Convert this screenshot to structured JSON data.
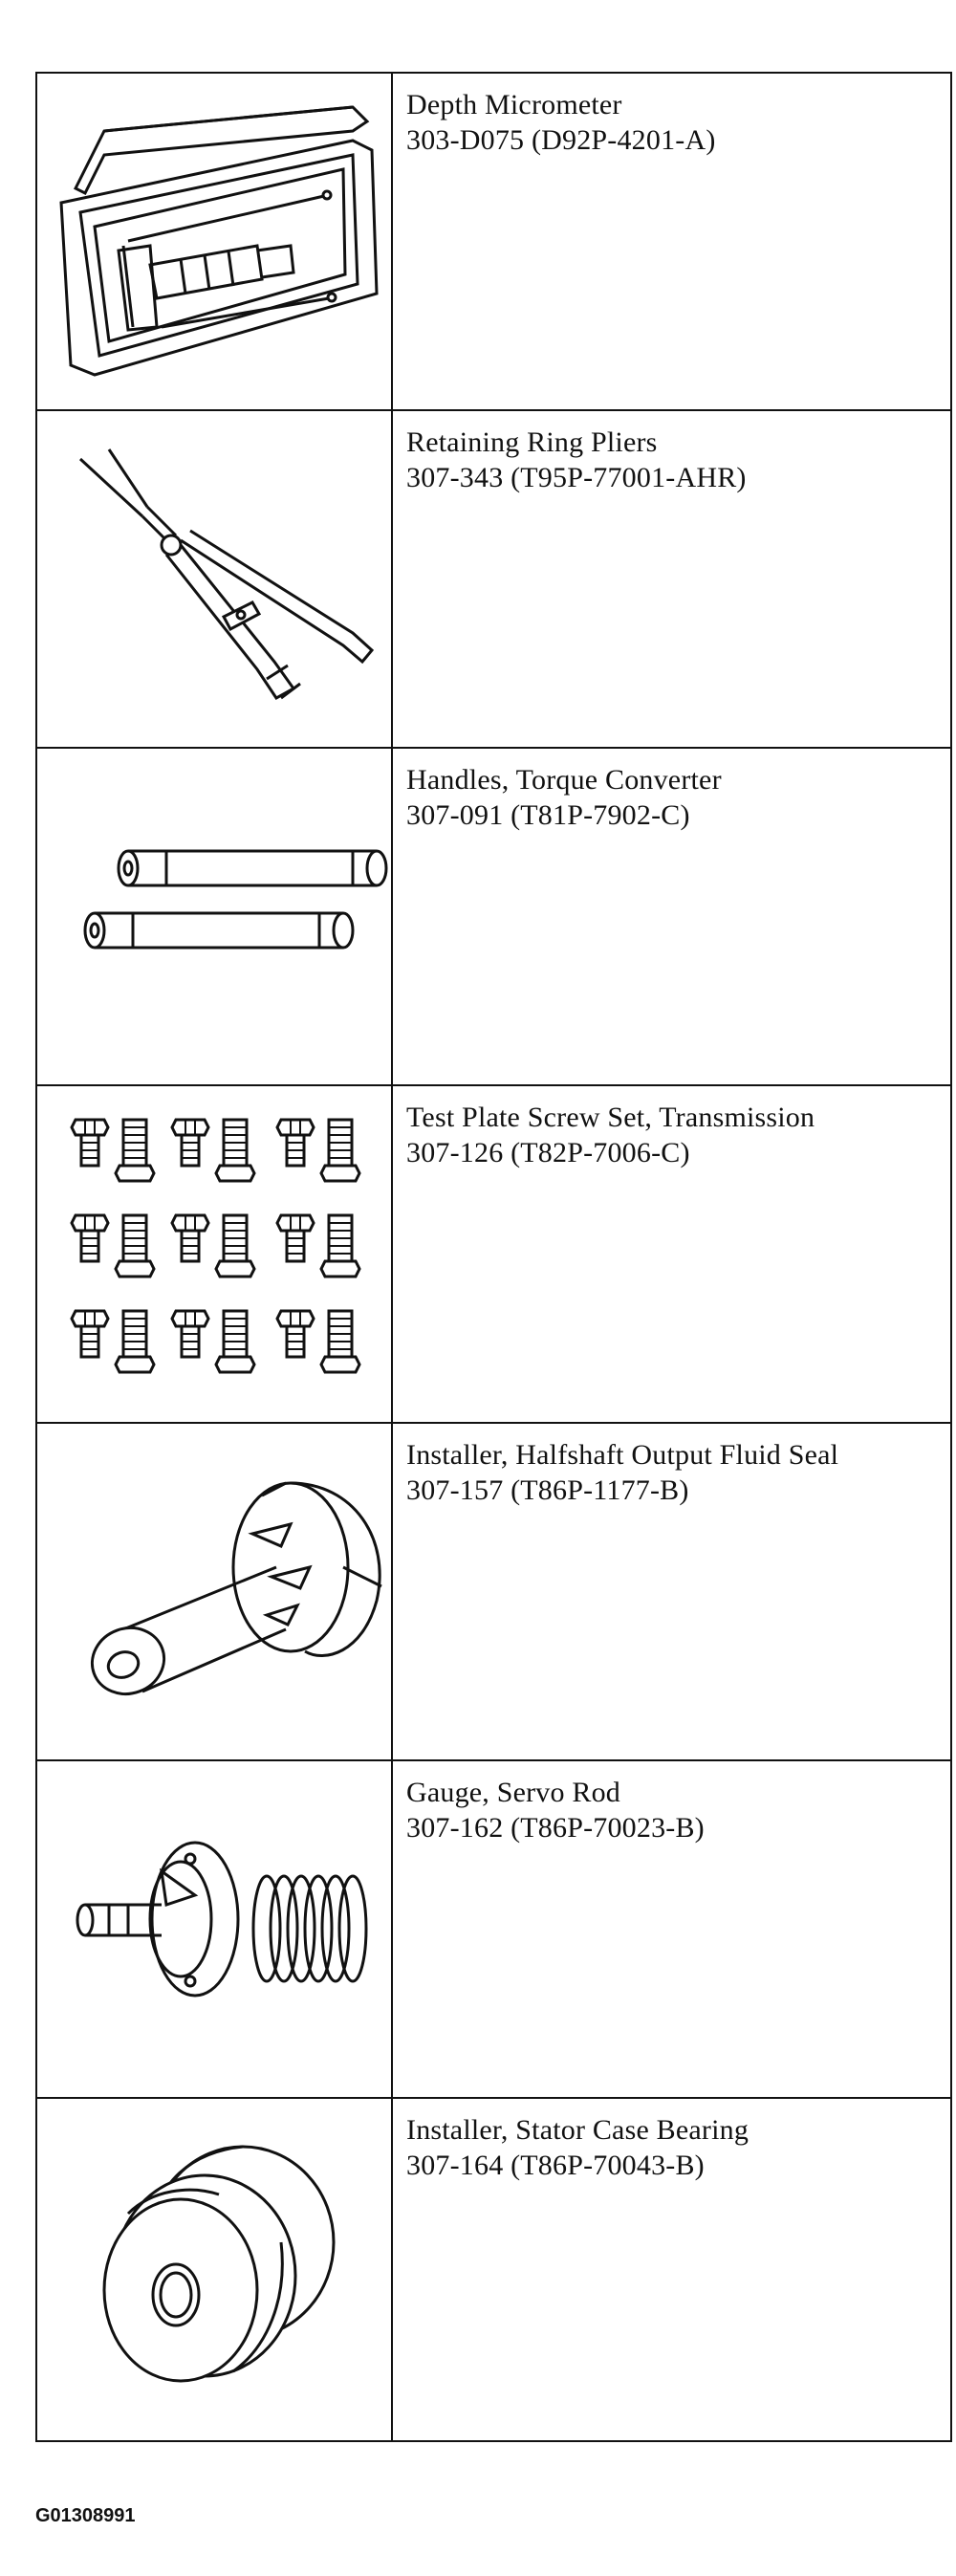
{
  "tools": [
    {
      "id": "depth-micrometer",
      "name": "Depth Micrometer",
      "code": "303-D075 (D92P-4201-A)",
      "icon": "depth-micrometer-icon"
    },
    {
      "id": "retaining-ring-pliers",
      "name": "Retaining Ring Pliers",
      "code": "307-343 (T95P-77001-AHR)",
      "icon": "retaining-ring-pliers-icon"
    },
    {
      "id": "torque-converter-handles",
      "name": "Handles, Torque Converter",
      "code": "307-091 (T81P-7902-C)",
      "icon": "torque-converter-handles-icon"
    },
    {
      "id": "test-plate-screw-set",
      "name": "Test Plate Screw Set, Transmission",
      "code": "307-126 (T82P-7006-C)",
      "icon": "screw-set-icon"
    },
    {
      "id": "halfshaft-seal-installer",
      "name": "Installer, Halfshaft Output Fluid Seal",
      "code": "307-157 (T86P-1177-B)",
      "icon": "seal-installer-icon"
    },
    {
      "id": "servo-rod-gauge",
      "name": "Gauge, Servo Rod",
      "code": "307-162 (T86P-70023-B)",
      "icon": "servo-rod-gauge-icon"
    },
    {
      "id": "stator-bearing-installer",
      "name": "Installer, Stator Case Bearing",
      "code": "307-164 (T86P-70043-B)",
      "icon": "bearing-installer-icon"
    }
  ],
  "figure_id": "G01308991"
}
